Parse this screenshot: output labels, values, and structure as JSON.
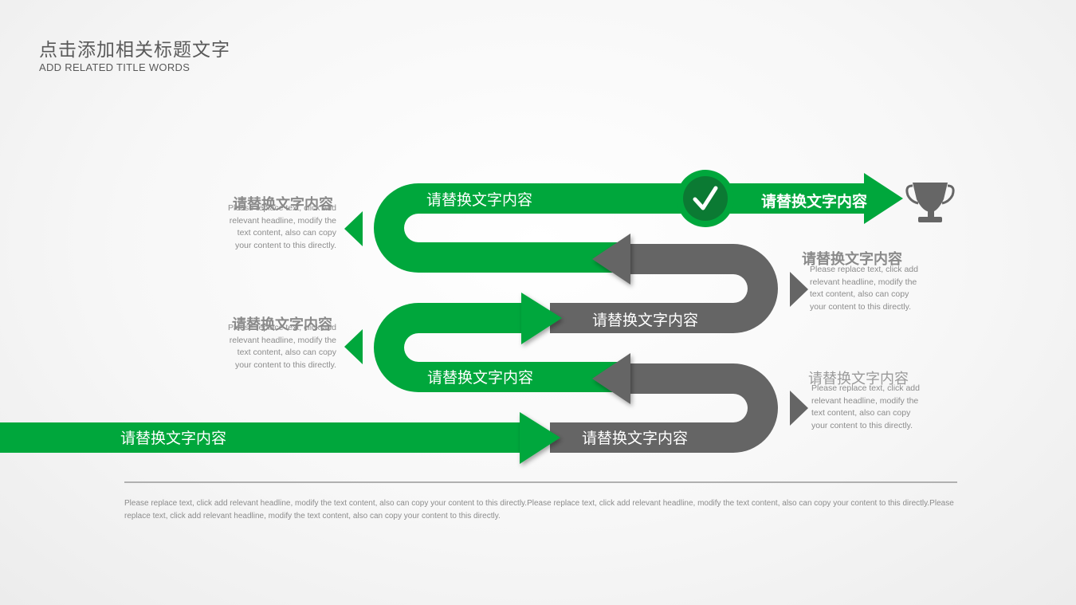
{
  "header": {
    "title": "点击添加相关标题文字",
    "subtitle": "ADD RELATED TITLE WORDS"
  },
  "colors": {
    "green": "#00a73c",
    "dark_green": "#0b7a33",
    "gray": "#656565",
    "icon_gray": "#666666"
  },
  "bands": [
    {
      "label": "请替换文字内容"
    },
    {
      "label": "请替换文字内容"
    },
    {
      "label": "请替换文字内容"
    },
    {
      "label": "请替换文字内容"
    },
    {
      "label": "请替换文字内容"
    },
    {
      "label": "请替换文字内容"
    }
  ],
  "icons": {
    "check": "check-icon",
    "trophy": "trophy-icon"
  },
  "side_notes": {
    "left_top": {
      "heading": "请替换文字内容",
      "body": "Please replace text, click add relevant headline, modify the text content, also can copy your content to this directly."
    },
    "left_mid": {
      "heading": "请替换文字内容",
      "body": "Please replace text, click add relevant headline, modify the text content, also can copy your content to this directly."
    },
    "right_top": {
      "heading": "请替换文字内容",
      "body": "Please replace text, click add relevant headline, modify the text content, also can copy your content to this directly."
    },
    "right_bottom": {
      "heading": "请替换文字内容",
      "body": "Please replace text, click add relevant headline, modify the text content, also can copy your content to this directly."
    }
  },
  "footer": {
    "text": "Please replace text, click add relevant headline, modify the text content, also can copy your content to this directly.Please replace text, click add relevant headline, modify the text content, also can copy your content to this directly.Please replace text, click add relevant headline, modify the text content, also can copy your content to this directly."
  }
}
